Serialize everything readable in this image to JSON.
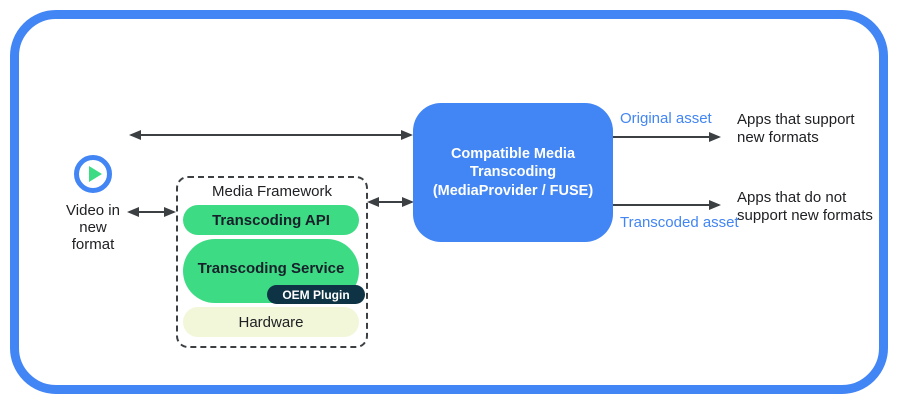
{
  "diagram": {
    "video_input": {
      "icon": "play-icon",
      "label_lines": [
        "Video in",
        "new",
        "format"
      ]
    },
    "media_framework": {
      "title": "Media Framework",
      "transcoding_api": "Transcoding API",
      "transcoding_service": "Transcoding Service",
      "oem_plugin": "OEM Plugin",
      "hardware": "Hardware"
    },
    "transcoder": {
      "lines": [
        "Compatible Media",
        "Transcoding",
        "(MediaProvider / FUSE)"
      ]
    },
    "outputs": {
      "original": {
        "asset_label": "Original asset",
        "target_lines": [
          "Apps that support",
          "new formats"
        ]
      },
      "transcoded": {
        "asset_label": "Transcoded asset",
        "target_lines": [
          "Apps that do not",
          "support new formats"
        ]
      }
    },
    "colors": {
      "border_blue": "#4285f4",
      "transcoder_box_blue": "#4285f4",
      "android_green": "#3ddc84",
      "oem_plugin_navy": "#0e3345",
      "hardware_pale_green": "#f1f7d8",
      "asset_label_blue": "#4285f4",
      "arrow_gray": "#3c4043",
      "text_dark": "#202124"
    }
  }
}
